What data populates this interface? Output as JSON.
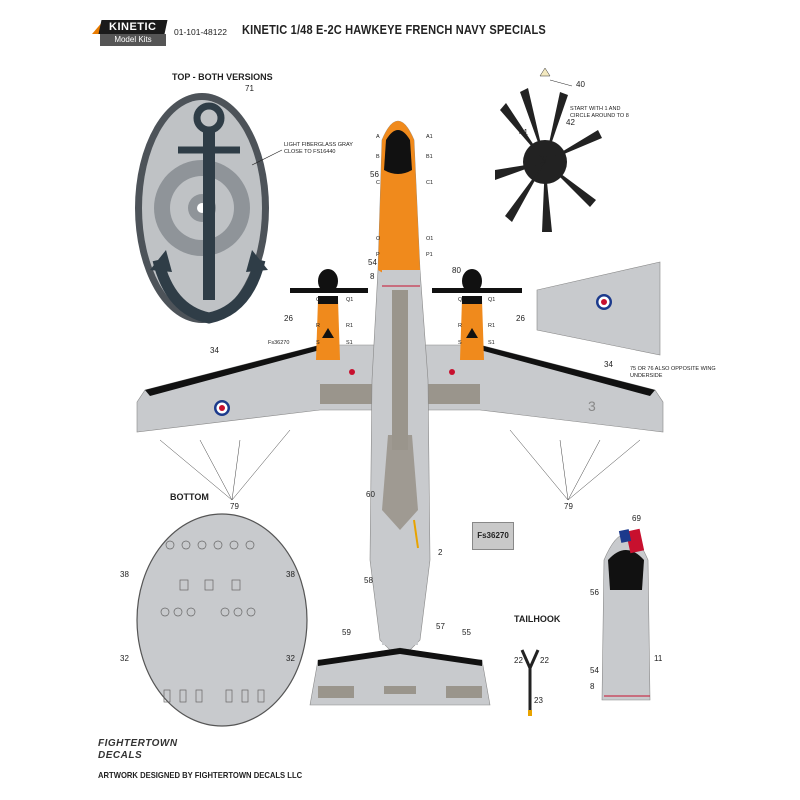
{
  "header": {
    "brand": "KINETIC",
    "brand_sub": "Model Kits",
    "product_code": "01-101-48122",
    "title": "KINETIC 1/48 E-2C HAWKEYE  FRENCH NAVY SPECIALS"
  },
  "labels": {
    "top_both_versions": "TOP - BOTH VERSIONS",
    "bottom": "BOTTOM",
    "tailhook": "TAILHOOK",
    "fiberglass_note_1": "LIGHT FIBERGLASS GRAY",
    "fiberglass_note_2": "CLOSE TO FS16440",
    "prop_note_1": "START WITH 1 AND",
    "prop_note_2": "CIRCLE AROUND TO 8",
    "wing_note_1": "75 OR 76",
    "wing_note_2": "ALSO OPPOSITE WING",
    "wing_note_3": "UNDERSIDE",
    "serial_box": "Fs36270",
    "serial_small": "Fs36270",
    "fin_number": "3"
  },
  "callouts": {
    "n71": "71",
    "n40": "40",
    "n41": "41",
    "n42": "42",
    "n56": "56",
    "n54": "54",
    "n8": "8",
    "n80": "80",
    "n26a": "26",
    "n26b": "26",
    "n34a": "34",
    "n34b": "34",
    "n60": "60",
    "n79a": "79",
    "n79b": "79",
    "n2": "2",
    "n58": "58",
    "n59": "59",
    "n57": "57",
    "n55": "55",
    "n38a": "38",
    "n38b": "38",
    "n32a": "32",
    "n32b": "32",
    "n22a": "22",
    "n22b": "22",
    "n23": "23",
    "n69": "69",
    "n56b": "56",
    "n11": "11",
    "n54b": "54",
    "n8b": "8"
  },
  "letters": {
    "A": "A",
    "A1": "A1",
    "B": "B",
    "B1": "B1",
    "C": "C",
    "C1": "C1",
    "O": "O",
    "O1": "O1",
    "P": "P",
    "P1": "P1",
    "Q": "Q",
    "Q1": "Q1",
    "R": "R",
    "R1": "R1",
    "S": "S",
    "S1": "S1",
    "Q2": "Q",
    "Q12": "Q1",
    "R2": "R",
    "R12": "R1",
    "S2": "S",
    "S12": "S1"
  },
  "footer": {
    "logo_line1": "FIGHTERTOWN",
    "logo_line2": "DECALS",
    "credit": "ARTWORK DESIGNED BY FIGHTERTOWN DECALS LLC"
  },
  "colors": {
    "airframe_gray": "#c8cacd",
    "walkway_gray": "#9a958c",
    "radome_gray": "#b9bcbf",
    "radome_dark": "#4d5359",
    "anchor": "#2f3d47",
    "orange": "#f08a1c",
    "black": "#111111",
    "roundel_blue": "#1c3a8c",
    "roundel_red": "#c8102e"
  }
}
